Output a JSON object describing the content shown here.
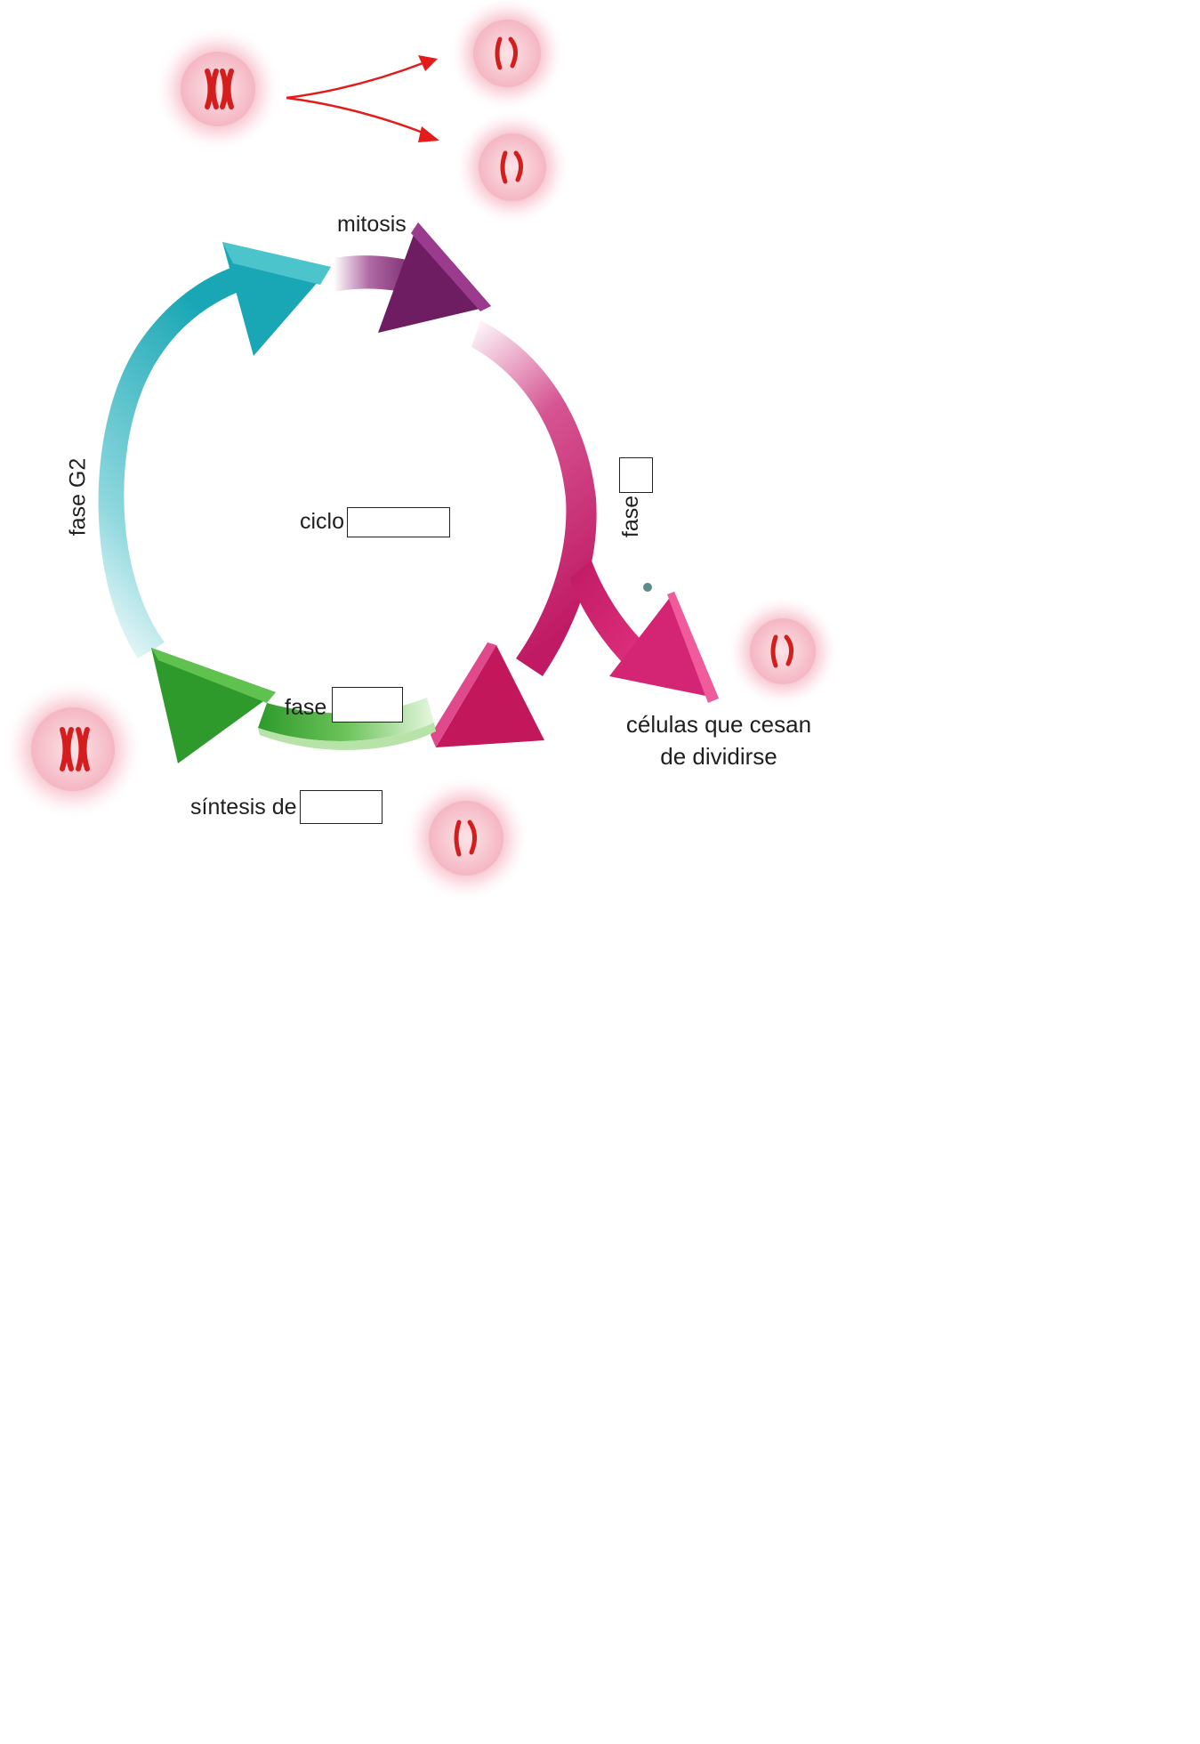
{
  "labels": {
    "mitosis": "mitosis",
    "fase_g2": "fase G2",
    "fase_right": "fase",
    "ciclo": "ciclo",
    "fase_bottom": "fase",
    "sintesis": "síntesis de",
    "stop_line1": "células que cesan",
    "stop_line2": "de dividirse"
  },
  "colors": {
    "mitosis_arrow": "#7a1f6e",
    "g1_arrow": "#c2185b",
    "s_arrow": "#3aa832",
    "g2_arrow": "#2ab3bf",
    "exit_arrow": "#d42575",
    "division_arrows": "#e31b1b",
    "chromosome": "#d41e1e",
    "cell_fill": "#fbdde2"
  },
  "icons": {
    "cell_mother": "cell-with-duplicated-chromosomes-icon",
    "cell_daughter": "cell-with-single-chromosomes-icon"
  }
}
